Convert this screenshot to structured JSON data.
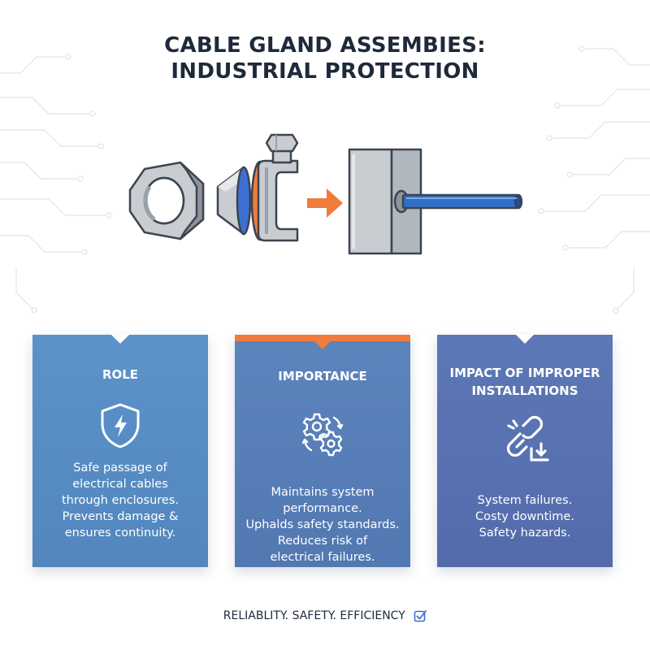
{
  "title": {
    "line1": "CABLE GLAND ASSEMBIES:",
    "line2": "INDUSTRIAL PROTECTION"
  },
  "illustration": {
    "parts": [
      "hex-nut",
      "sealing-cone",
      "gland-body-with-seal",
      "arrow",
      "enclosure-with-cable"
    ],
    "colors": {
      "metal": "#c9cdd2",
      "metal_dark": "#8e949b",
      "outline": "#3c4550",
      "seal_blue": "#3c6fd1",
      "seal_orange": "#f07c3c",
      "cable": "#2f6fc8"
    }
  },
  "cards": {
    "role": {
      "heading": "ROLE",
      "icon": "shield-lightning-icon",
      "body": [
        "Safe passage of",
        "electrical cables",
        "through enclosures.",
        "Prevents damage &",
        "ensures continuity."
      ]
    },
    "importance": {
      "heading": "IMPORTANCE",
      "icon": "gears-cycle-icon",
      "accent": "#f07c3c",
      "body": [
        "Maintains system",
        "performance.",
        "Uphalds safety standards.",
        "Reduces risk of",
        "electrical failures."
      ]
    },
    "impact": {
      "heading_line1": "IMPACT OF IMPROPER",
      "heading_line2": "INSTALLATIONS",
      "icon": "broken-chain-icon",
      "body": [
        "System failures.",
        "Costy downtime.",
        "Safety hazards."
      ]
    }
  },
  "footer": {
    "text": "RELIABLITY. SAFETY. EFFICIENCY",
    "icon": "checkbox-check-icon"
  },
  "colors": {
    "card_role": "#5b93c9",
    "card_importance": "#5580b8",
    "card_impact": "#5a72b2",
    "accent_orange": "#f07c3c",
    "title": "#1e2a3a"
  }
}
